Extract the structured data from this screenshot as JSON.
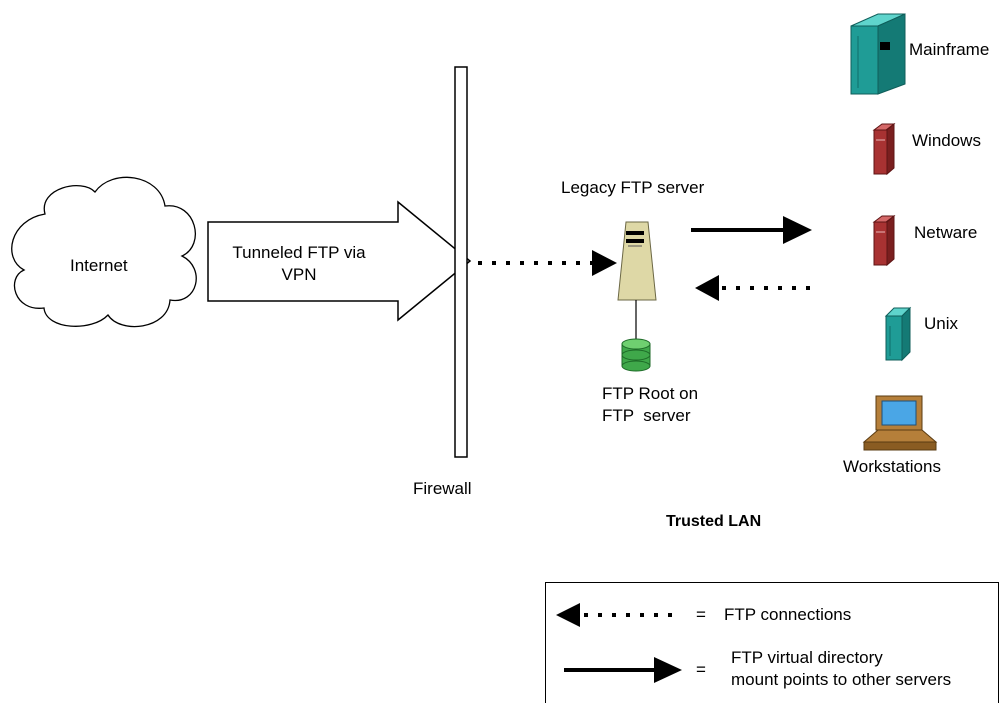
{
  "cloud": {
    "label": "Internet"
  },
  "tunnel_arrow": {
    "line1": "Tunneled FTP via",
    "line2": "VPN"
  },
  "firewall": {
    "label": "Firewall"
  },
  "legacy_server": {
    "label": "Legacy FTP server"
  },
  "ftp_root": {
    "line1": "FTP Root on",
    "line2": "FTP  server"
  },
  "systems": {
    "mainframe": "Mainframe",
    "windows": "Windows",
    "netware": "Netware",
    "unix": "Unix",
    "workstations": "Workstations"
  },
  "zone": {
    "label": "Trusted LAN"
  },
  "legend": {
    "equals": "=",
    "connections": "FTP connections",
    "mount_line1": "FTP virtual directory",
    "mount_line2": "mount points to other servers"
  },
  "colors": {
    "teal": "#1f9c96",
    "maroon": "#a83232",
    "beige": "#ded8a6",
    "green": "#3fa84a",
    "screen_blue": "#4aa6e6",
    "tan": "#b57f3a"
  }
}
